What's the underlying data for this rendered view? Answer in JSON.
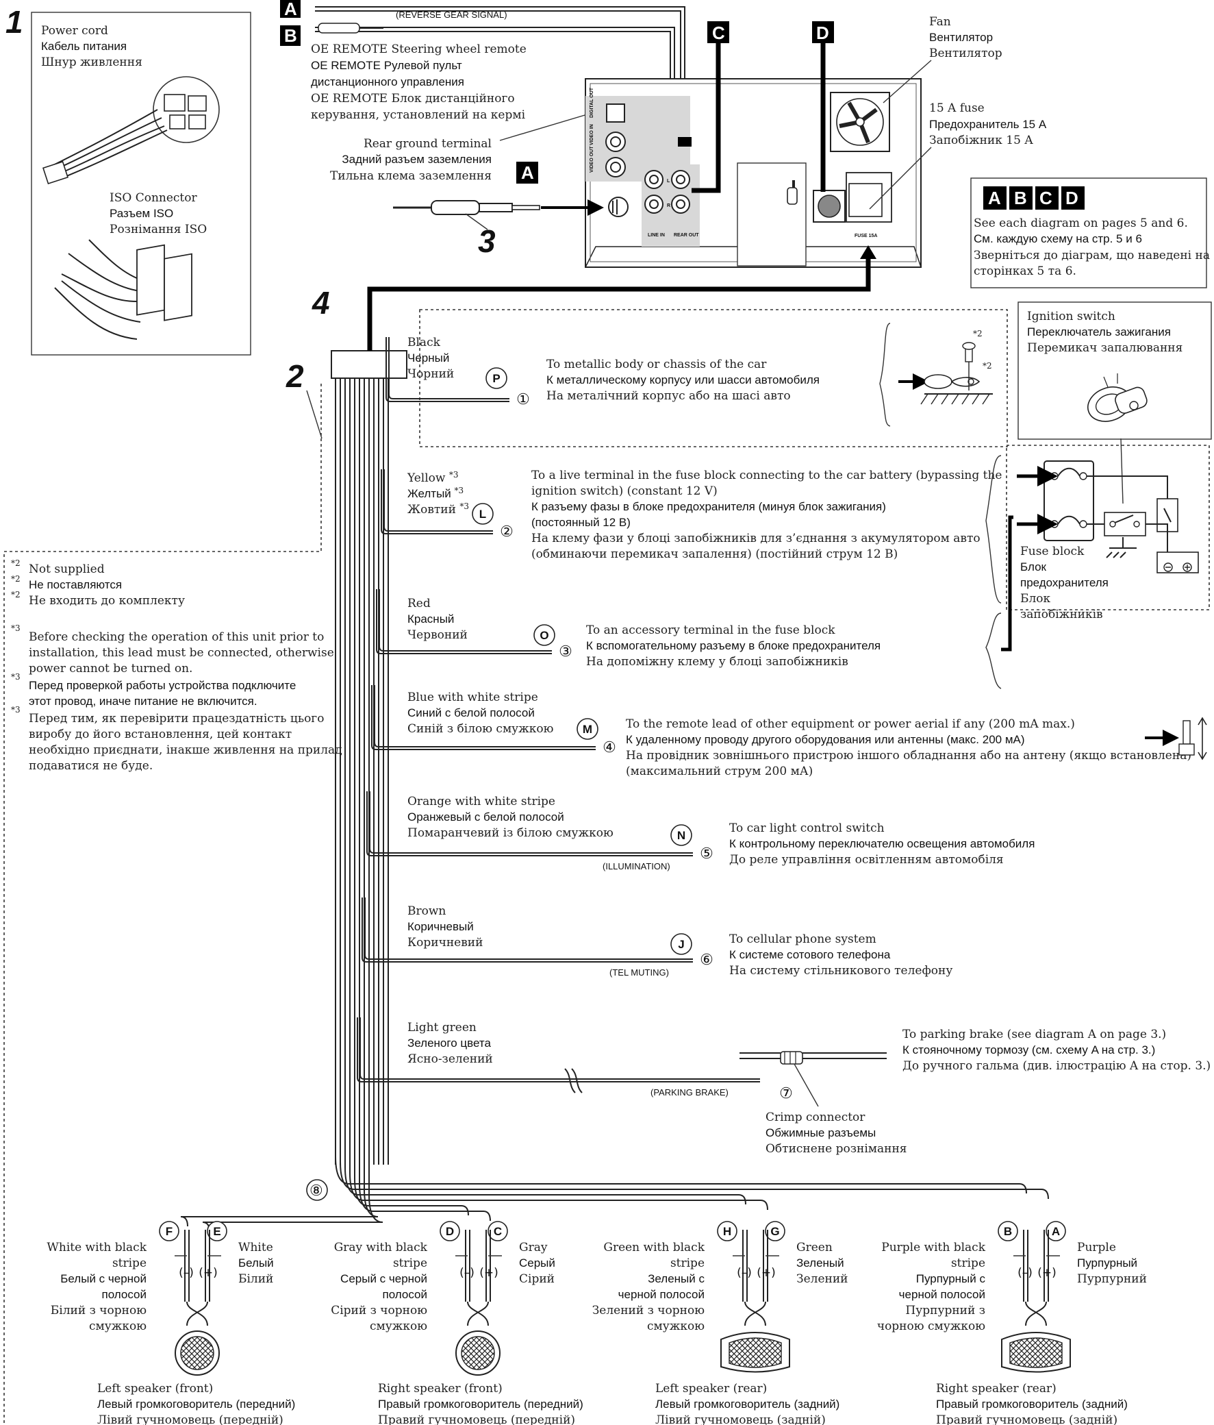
{
  "steps": {
    "one": "1",
    "two": "2",
    "three": "3",
    "four": "4"
  },
  "accessories": {
    "power_cord": [
      "Power cord",
      "Кабель питания",
      "Шнур живлення"
    ],
    "iso_connector": [
      "ISO Connector",
      "Разъем ISO",
      "Рознімання ISO"
    ]
  },
  "rear_panel": {
    "label_a": "A",
    "label_b": "B",
    "label_c": "C",
    "label_d": "D",
    "reverse_signal": "(REVERSE GEAR SIGNAL)",
    "oe_remote": [
      "OE REMOTE Steering wheel remote",
      "OE REMOTE Рулевой пульт",
      "дистанционного управления",
      "OE REMOTE Блок дистанційного",
      "керування, установлений на кермі"
    ],
    "rear_ground": [
      "Rear ground terminal",
      "Задний разъем заземления",
      "Тильна клема заземлення"
    ],
    "fan": [
      "Fan",
      "Вентилятор",
      "Вентилятор"
    ],
    "fuse": [
      "15 A fuse",
      "Предохранитель 15 A",
      "Запобіжник 15 A"
    ],
    "port_labels": {
      "digital_out": "DIGITAL OUT",
      "video_in": "VIDEO IN",
      "video_out": "VIDEO OUT",
      "line_in": "LINE IN",
      "rear_out": "REAR OUT",
      "fuse_15a": "FUSE 15A",
      "l": "L",
      "r": "R"
    }
  },
  "see_diagrams": {
    "letters": [
      "A",
      "B",
      "C",
      "D"
    ],
    "lines": [
      "See each diagram on pages 5 and 6.",
      "См. каждую схему на стр. 5 и 6",
      "Зверніться до діаграм, що наведені на",
      "сторінках 5 та 6."
    ]
  },
  "ignition": [
    "Ignition switch",
    "Переключатель зажигания",
    "Перемикач запалювання"
  ],
  "fuse_block": [
    "Fuse block",
    "Блок",
    "предохранителя",
    "Блок",
    "запобіжників"
  ],
  "footnotes": {
    "mark2": "*2",
    "mark3": "*3",
    "note2": [
      "Not supplied",
      "Не поставляются",
      "Не входить до комплекту"
    ],
    "note3_en": [
      "Before checking the operation of this unit prior to",
      "installation, this lead must be connected, otherwise",
      "power cannot be turned on."
    ],
    "note3_ru": [
      "Перед проверкой работы устройства подключите",
      "этот провод, иначе питание не включится."
    ],
    "note3_uk": [
      "Перед тим, як перевірити працездатність цього",
      "виробу до його встановлення, цей контакт",
      "необхідно приєднати, інакше живлення на прилад",
      "подаватися не буде."
    ]
  },
  "wires": [
    {
      "num": "①",
      "letter": "P",
      "color": [
        "Black",
        "Черный",
        "Чорний"
      ],
      "dest": [
        "To metallic body or chassis of the car",
        "К металлическому корпусу или шасси автомобиля",
        "На металічний корпус або на шасі авто"
      ],
      "tag": ""
    },
    {
      "num": "②",
      "letter": "L",
      "color": [
        "Yellow *3",
        "Желтый *3",
        "Жовтий *3"
      ],
      "dest": [
        "To a live terminal in the fuse block connecting to the car battery (bypassing the",
        "ignition switch) (constant 12 V)",
        "К разъему фазы в блоке предохранителя (минуя блок зажигания)",
        "(постоянный 12 В)",
        "На клему фази у блоці запобіжників для з’єднання з акумулятором авто",
        "(обминаючи перемикач запалення) (постійний струм 12 В)"
      ],
      "tag": ""
    },
    {
      "num": "③",
      "letter": "O",
      "color": [
        "Red",
        "Красный",
        "Червоний"
      ],
      "dest": [
        "To an accessory terminal in the fuse block",
        "К вспомогательному разъему в блоке предохранителя",
        "На допоміжну клему у блоці запобіжників"
      ],
      "tag": ""
    },
    {
      "num": "④",
      "letter": "M",
      "color": [
        "Blue with white stripe",
        "Синий с белой полосой",
        "Синій з білою смужкою"
      ],
      "dest": [
        "To the remote lead of other equipment or power aerial if any (200 mA max.)",
        "К удаленному проводу другого оборудования или антенны (макс. 200 мА)",
        "На провідник зовнішнього пристрою іншого обладнання або на антену (якщо встановлена)",
        "(максимальний струм 200 мА)"
      ],
      "tag": ""
    },
    {
      "num": "⑤",
      "letter": "N",
      "color": [
        "Orange with white stripe",
        "Оранжевый с белой полосой",
        "Помаранчевий із білою смужкою"
      ],
      "dest": [
        "To car light control switch",
        "К контрольному переключателю освещения автомобиля",
        "До реле управління освітленням автомобіля"
      ],
      "tag": "(ILLUMINATION)"
    },
    {
      "num": "⑥",
      "letter": "J",
      "color": [
        "Brown",
        "Коричневый",
        "Коричневий"
      ],
      "dest": [
        "To cellular phone system",
        "К системе сотового телефона",
        "На систему стільникового телефону"
      ],
      "tag": "(TEL MUTING)"
    },
    {
      "num": "⑦",
      "letter": "",
      "color": [
        "Light green",
        "Зеленого цвета",
        "Ясно-зелений"
      ],
      "dest": [
        "To parking brake (see diagram A on page 3.)",
        "К стояночному тормозу (см. схему A на стр. 3.)",
        "До ручного гальма (див. ілюстрацію A на стор. 3.)"
      ],
      "tag": "(PARKING BRAKE)"
    }
  ],
  "crimp": [
    "Crimp connector",
    "Обжимные разъемы",
    "Обтиснене рознімання"
  ],
  "harness_num": "⑧",
  "polarity": {
    "minus": "(–)",
    "plus": "(+)"
  },
  "speakers": [
    {
      "neg_letter": "F",
      "pos_letter": "E",
      "neg_color": [
        "White with black",
        "stripe",
        "Белый с черной",
        "полосой",
        "Білий з чорною",
        "смужкою"
      ],
      "pos_color": [
        "White",
        "Белый",
        "Білий"
      ],
      "name": [
        "Left speaker (front)",
        "Левый громкоговоритель (передний)",
        "Лівий гучномовець (передній)"
      ]
    },
    {
      "neg_letter": "D",
      "pos_letter": "C",
      "neg_color": [
        "Gray with black",
        "stripe",
        "Серый с черной",
        "полосой",
        "Сірий з чорною",
        "смужкою"
      ],
      "pos_color": [
        "Gray",
        "Серый",
        "Сірий"
      ],
      "name": [
        "Right speaker (front)",
        "Правый громкоговоритель (передний)",
        "Правий гучномовець (передній)"
      ]
    },
    {
      "neg_letter": "H",
      "pos_letter": "G",
      "neg_color": [
        "Green with black",
        "stripe",
        "Зеленый с",
        "черной полосой",
        "Зелений з чорною",
        "смужкою"
      ],
      "pos_color": [
        "Green",
        "Зеленый",
        "Зелений"
      ],
      "name": [
        "Left speaker (rear)",
        "Левый громкоговоритель (задний)",
        "Лівий гучномовець (задній)"
      ]
    },
    {
      "neg_letter": "B",
      "pos_letter": "A",
      "neg_color": [
        "Purple with black",
        "stripe",
        "Пурпурный с",
        "черной полосой",
        "Пурпурний з",
        "чорною смужкою"
      ],
      "pos_color": [
        "Purple",
        "Пурпурный",
        "Пурпурний"
      ],
      "name": [
        "Right speaker (rear)",
        "Правый громкоговоритель (задний)",
        "Правий гучномовець (задній)"
      ]
    }
  ]
}
